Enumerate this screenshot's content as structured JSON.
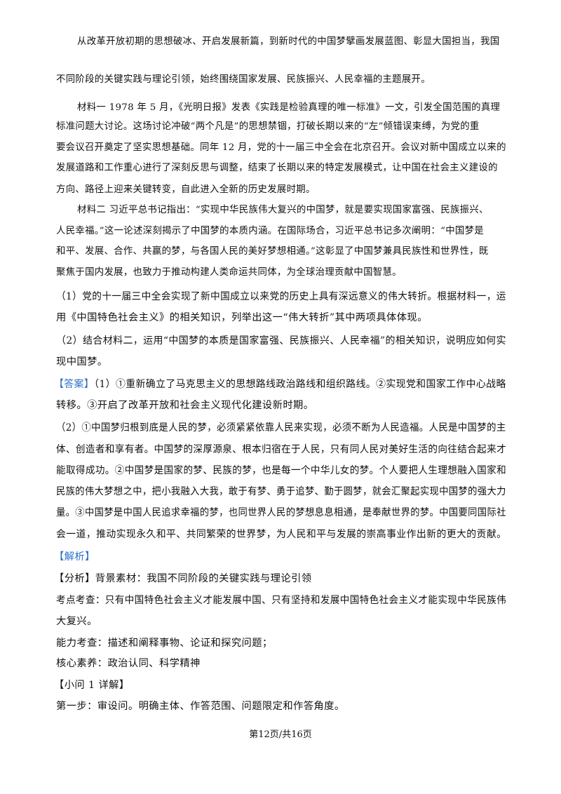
{
  "intro": [
    "从改革开放初期的思想破冰、开启发展新篇，到新时代的中国梦擘画发展蓝图、彰显大国担当，我国",
    "不同阶段的关键实践与理论引领，始终围绕国家发展、民族振兴、人民幸福的主题展开。"
  ],
  "material1": [
    "材料一    1978 年 5 月，《光明日报》发表《实践是检验真理的唯一标准》一文，引发全国范围的真理",
    "标准问题大讨论。这场讨论冲破“两个凡是”的思想禁锢，打破长期以来的“左”倾错误束缚，为党的重",
    "要会议召开奠定了坚实思想基础。同年 12 月，党的十一届三中全会在北京召开。会议对新中国成立以来的",
    "发展道路和工作重心进行了深刻反思与调整，结束了长期以来的特定发展模式，让中国在社会主义建设的",
    "方向、路径上迎来关键转变，自此进入全新的历史发展时期。"
  ],
  "material2": [
    "材料二    习近平总书记指出：“实现中华民族伟大复兴的中国梦，就是要实现国家富强、民族振兴、",
    "人民幸福。”这一论述深刻揭示了中国梦的本质内涵。在国际场合，习近平总书记多次阐明：“中国梦是",
    "和平、发展、合作、共赢的梦，与各国人民的美好梦想相通。”这彰显了中国梦兼具民族性和世界性，既",
    "聚焦于国内发展，也致力于推动构建人类命运共同体，为全球治理贡献中国智慧。"
  ],
  "question1": [
    "（1）党的十一届三中全会实现了新中国成立以来党的历史上具有深远意义的伟大转折。根据材料一，运",
    "用《中国特色社会主义》的相关知识，列举出这一“伟大转折”其中两项具体体现。"
  ],
  "question2": [
    "（2）结合材料二，运用“中国梦的本质是国家富强、民族振兴、人民幸福”的相关知识，说明应如何实",
    "现中国梦。"
  ],
  "answer": {
    "tag": "【答案】",
    "part1": [
      "（1）①重新确立了马克思主义的思想路线政治路线和组织路线。②实现党和国家工作中心战略",
      "转移。③开启了改革开放和社会主义现代化建设新时期。"
    ],
    "part2": [
      "（2）①中国梦归根到底是人民的梦，必须紧紧依靠人民来实现，必须不断为人民造福。人民是中国梦的主",
      "体、创造者和享有者。中国梦的深厚源泉、根本归宿在于人民，只有同人民对美好生活的向往结合起来才",
      "能取得成功。②中国梦是国家的梦、民族的梦，也是每一个中华儿女的梦。个人要把人生理想融入国家和",
      "民族的伟大梦想之中，把小我融入大我，敢于有梦、勇于追梦、勤于圆梦，就会汇聚起实现中国梦的强大力",
      "量。③中国梦是中国人民追求幸福的梦，也同世界人民的梦想息息相通，是奉献世界的梦。中国要同国际社",
      "会一道，推动实现永久和平、共同繁荣的世界梦，为人民和平与发展的崇高事业作出新的更大的贡献。"
    ]
  },
  "analysis": {
    "tag": "【解析】",
    "background": "【分析】背景素材：我国不同阶段的关键实践与理论引领",
    "knowledge": [
      "考点考查：只有中国特色社会主义才能发展中国、只有坚持和发展中国特色社会主义才能实现中华民族伟",
      "大复兴。"
    ],
    "ability": "能力考查：描述和阐释事物、论证和探究问题；",
    "literacy": "核心素养：政治认同、科学精神",
    "sub_q1": "【小问 1 详解】",
    "step1": "第一步：审设问。明确主体、作答范围、问题限定和作答角度。"
  },
  "footer": "第12页/共16页"
}
